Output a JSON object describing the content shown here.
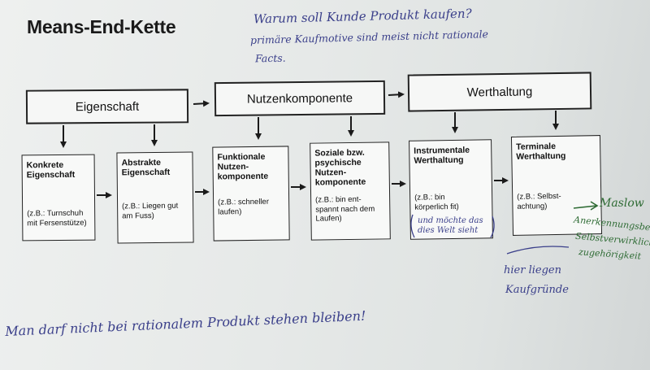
{
  "title": "Means-End-Kette",
  "annotations": {
    "top_line1": "Warum soll Kunde Produkt kaufen?",
    "top_line2": "primäre Kaufmotive sind meist nicht rationale",
    "top_line3": "Facts.",
    "box5_note_line1": "und möchte das",
    "box5_note_line2": "dies Welt sieht",
    "maslow": "Maslow",
    "side_line1": "Anerkennungsbed.",
    "side_line2": "Selbstverwirklich",
    "side_line3": "zugehörigkeit",
    "middle_line1": "hier liegen",
    "middle_line2": "Kaufgründe",
    "bottom": "Man darf nicht bei rationalem Produkt stehen bleiben!"
  },
  "top_boxes": [
    {
      "label": "Eigenschaft"
    },
    {
      "label": "Nutzenkomponente"
    },
    {
      "label": "Werthaltung"
    }
  ],
  "lower_boxes": [
    {
      "heading": "Konkrete\nEigenschaft",
      "example": "(z.B.: Turnschuh\nmit Fersenstütze)"
    },
    {
      "heading": "Abstrakte\nEigenschaft",
      "example": "(z.B.: Liegen gut\nam Fuss)"
    },
    {
      "heading": "Funktionale\nNutzen-\nkomponente",
      "example": "(z.B.: schneller\nlaufen)"
    },
    {
      "heading": "Soziale bzw.\npsychische\nNutzen-\nkomponente",
      "example": "(z.B.: bin ent-\nspannt nach dem\nLaufen)"
    },
    {
      "heading": "Instrumentale\nWerthaltung",
      "example": "(z.B.: bin\nkörperlich fit)"
    },
    {
      "heading": "Terminale\nWerthaltung",
      "example": "(z.B.: Selbst-\nachtung)"
    }
  ]
}
